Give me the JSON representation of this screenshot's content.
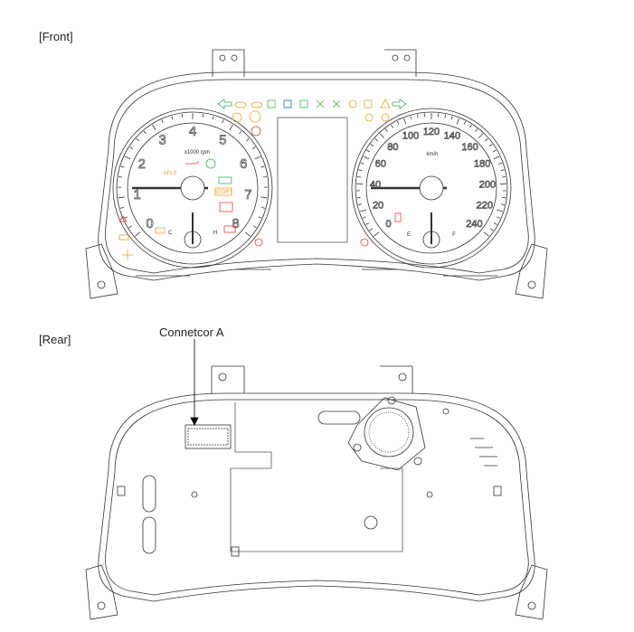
{
  "front_label": "[Front]",
  "rear_label": "[Rear]",
  "connector_label": "Connetcor A",
  "tachometer": {
    "unit": "x1000 rpm",
    "ticks": [
      "0",
      "1",
      "2",
      "3",
      "4",
      "5",
      "6",
      "7",
      "8"
    ],
    "temp_low": "C",
    "temp_high": "H",
    "sport_label": "SPORT",
    "afls_label": "AFLS"
  },
  "speedometer": {
    "unit": "km/h",
    "ticks": [
      "0",
      "20",
      "40",
      "60",
      "80",
      "100",
      "120",
      "140",
      "160",
      "180",
      "200",
      "220",
      "240"
    ],
    "fuel_empty": "E",
    "fuel_full": "F"
  },
  "colors": {
    "line": "#333333",
    "warning_red": "#e8403a",
    "amber": "#f0a030",
    "green": "#3cb05a"
  }
}
